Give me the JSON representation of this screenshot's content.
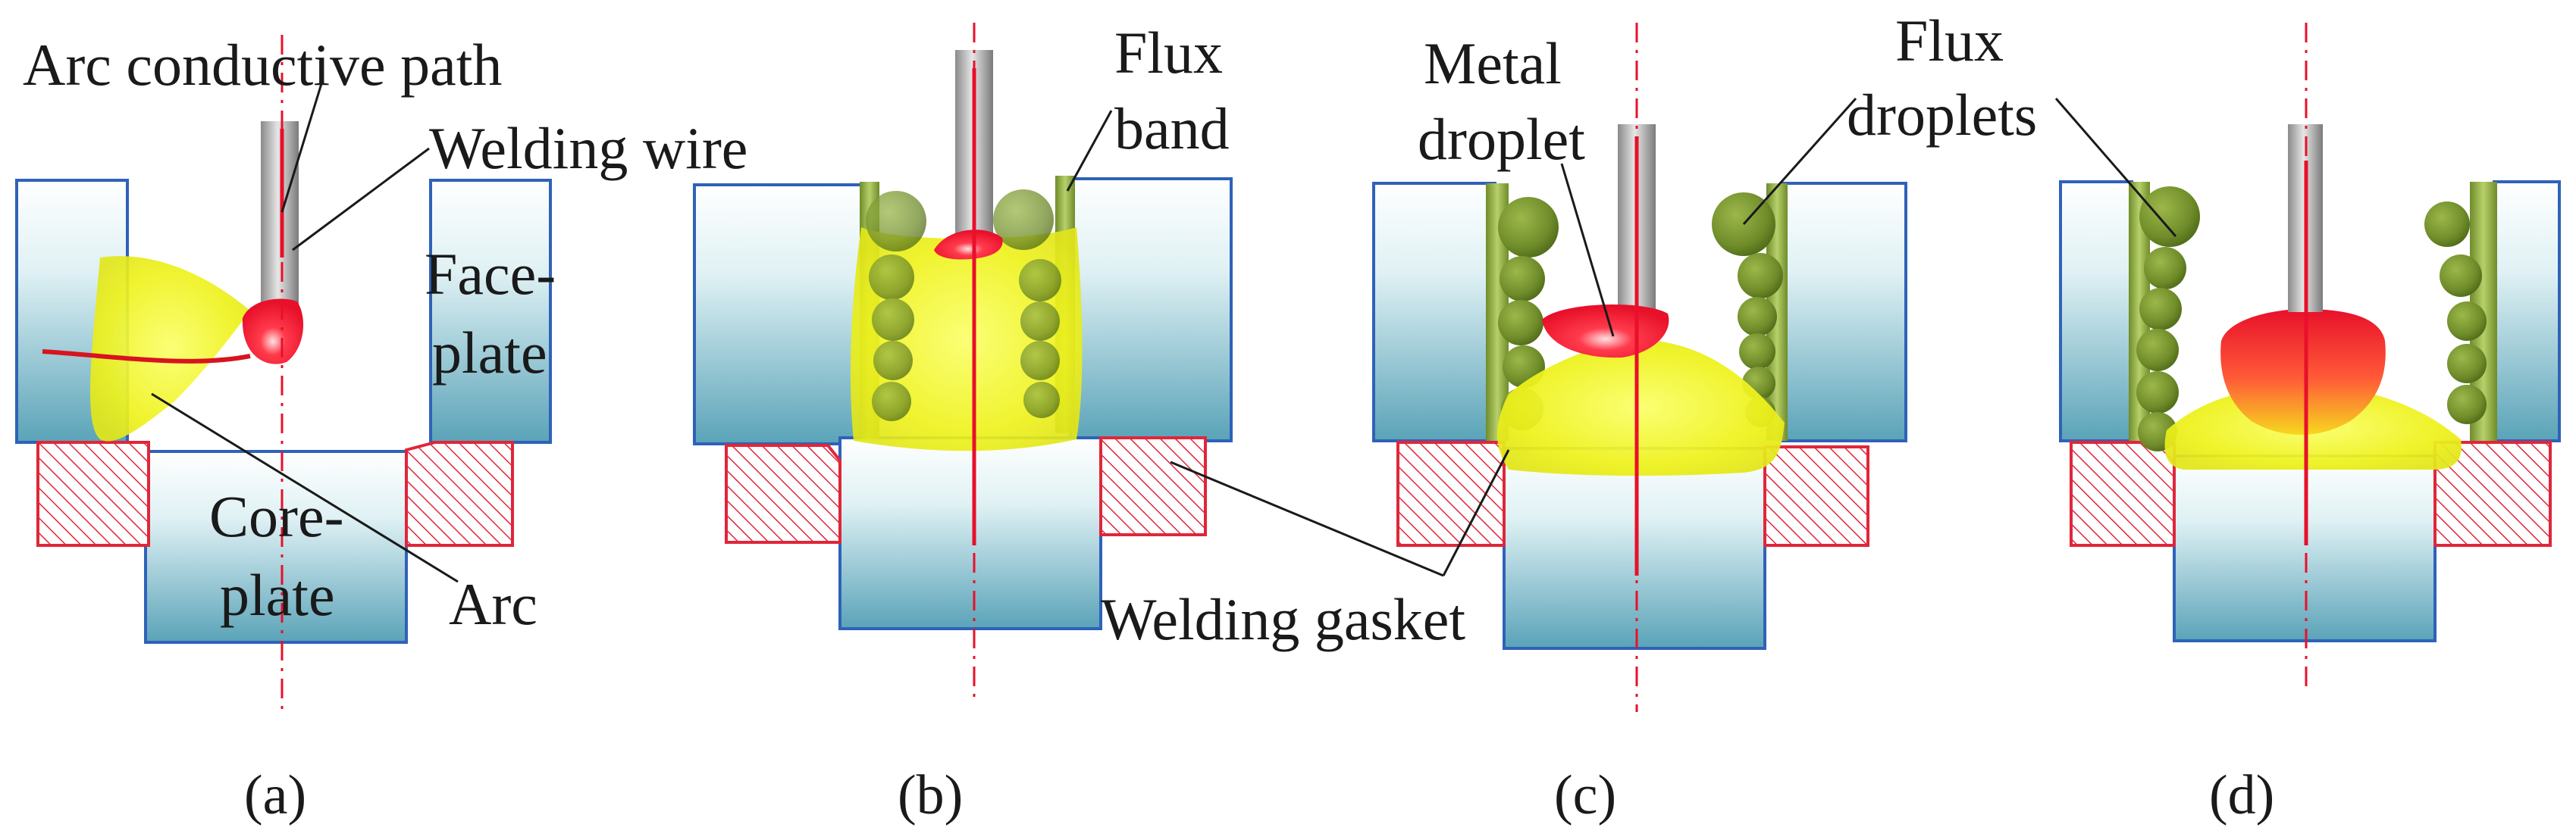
{
  "labels": {
    "arc_conductive_path": "Arc conductive path",
    "welding_wire": "Welding wire",
    "face_plate_1": "Face-",
    "face_plate_2": "plate",
    "core_plate_1": "Core-",
    "core_plate_2": "plate",
    "arc": "Arc",
    "flux_band_1": "Flux",
    "flux_band_2": "band",
    "welding_gasket": "Welding gasket",
    "metal_droplet_1": "Metal",
    "metal_droplet_2": "droplet",
    "flux_droplets_1": "Flux",
    "flux_droplets_2": "droplets"
  },
  "captions": {
    "a": "(a)",
    "b": "(b)",
    "c": "(c)",
    "d": "(d)"
  },
  "colors": {
    "plate_stroke": "#2f62b8",
    "plate_top": "#ffffff",
    "plate_bottom": "#5aa3b8",
    "gasket": "#e0263a",
    "arc_yellow": "#eef21c",
    "molten_red": "#e8102a",
    "flux_green": "#7d9a32",
    "center_line": "#e8102a"
  }
}
